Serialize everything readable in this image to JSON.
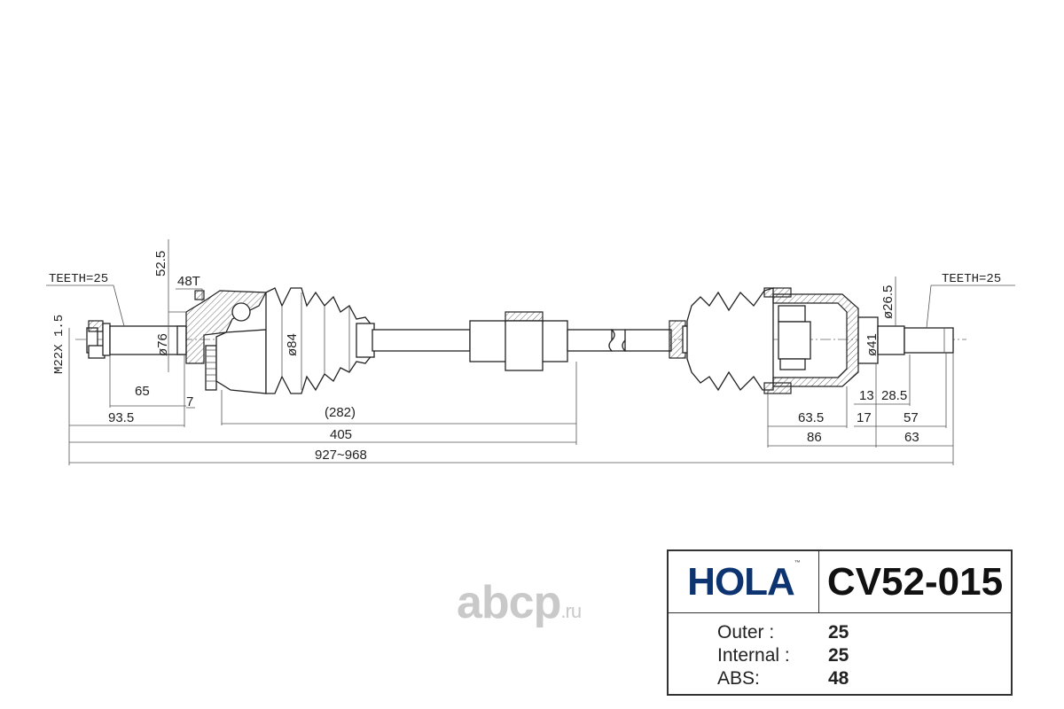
{
  "drawing": {
    "labels": {
      "teeth_left": "TEETH=25",
      "teeth_right": "TEETH=25",
      "abs_teeth": "48T",
      "thread": "M22X 1.5",
      "flange_height": "52.5",
      "dia_76": "ø76",
      "dia_84": "ø84",
      "dia_26_5": "ø26.5",
      "dia_41": "ø41"
    },
    "dimensions": {
      "d65": "65",
      "d7": "7",
      "d93_5": "93.5",
      "d282": "(282)",
      "d405": "405",
      "total": "927~968",
      "d13": "13",
      "d28_5": "28.5",
      "d63_5": "63.5",
      "d17": "17",
      "d57": "57",
      "d86": "86",
      "d63": "63"
    }
  },
  "titleblock": {
    "brand": "HOLA",
    "trademark": "™",
    "part_number": "CV52-015",
    "specs": [
      {
        "label": "Outer :",
        "value": "25"
      },
      {
        "label": "Internal :",
        "value": "25"
      },
      {
        "label": "ABS:",
        "value": "48"
      }
    ]
  },
  "watermark": {
    "main": "abcp",
    "suffix": ".ru"
  }
}
